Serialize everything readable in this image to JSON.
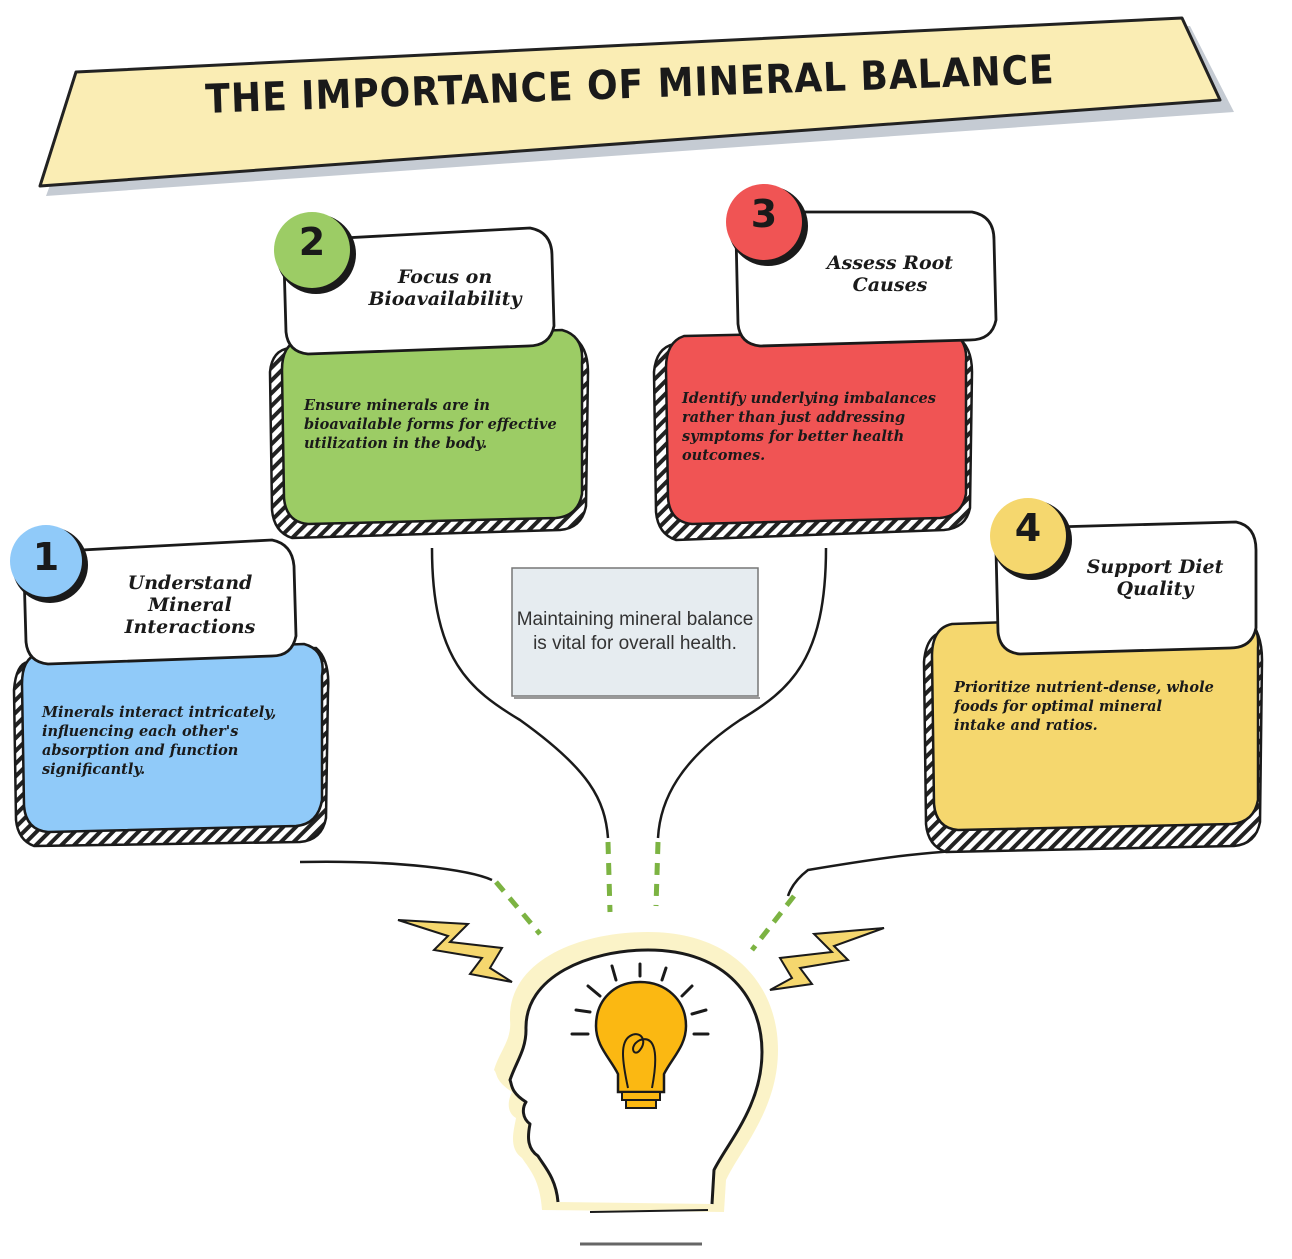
{
  "title": "THE IMPORTANCE OF MINERAL BALANCE",
  "center_note": "Maintaining mineral balance is vital for overall health.",
  "colors": {
    "banner": "#faedb4",
    "blue": "#90caf9",
    "green": "#9ccc65",
    "red": "#f05454",
    "yellow": "#f5d76e",
    "note_bg": "#e6ecf0",
    "dash": "#7cb342",
    "bulb": "#fbb812"
  },
  "cards": [
    {
      "number": "1",
      "title": "Understand Mineral Interactions",
      "description": "Minerals interact intricately, influencing each other's absorption and function significantly.",
      "color": "blue"
    },
    {
      "number": "2",
      "title": "Focus on Bioavailability",
      "description": "Ensure minerals are in bioavailable forms for effective utilization in the body.",
      "color": "green"
    },
    {
      "number": "3",
      "title": "Assess Root Causes",
      "description": "Identify underlying imbalances rather than just addressing symptoms for better health outcomes.",
      "color": "red"
    },
    {
      "number": "4",
      "title": "Support Diet Quality",
      "description": "Prioritize nutrient-dense, whole foods for optimal mineral intake and ratios.",
      "color": "yellow"
    }
  ],
  "icons": [
    "head-silhouette-icon",
    "light-bulb-icon",
    "lightning-bolt-icon"
  ]
}
